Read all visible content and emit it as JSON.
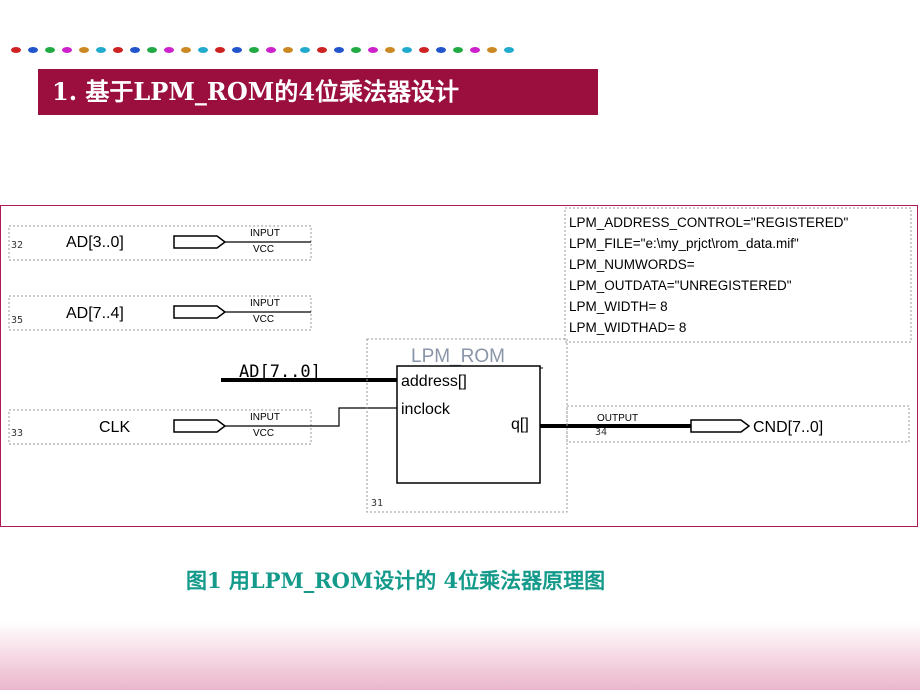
{
  "slide": {
    "title": "1.  基于LPM_ROM的4位乘法器设计",
    "caption": "图1  用LPM_ROM设计的 4位乘法器原理图",
    "colors": {
      "title_bg": "#9a0f3e",
      "caption": "#149a8a",
      "border": "#b01858",
      "dots": [
        "#cc2222",
        "#2255cc",
        "#22aa44",
        "#cc22cc",
        "#cc8822",
        "#22aacc"
      ]
    }
  },
  "schematic": {
    "inputs": [
      {
        "num": "32",
        "name": "AD[3..0]",
        "type": "INPUT",
        "supply": "VCC"
      },
      {
        "num": "35",
        "name": "AD[7..4]",
        "type": "INPUT",
        "supply": "VCC"
      },
      {
        "num": "33",
        "name": "CLK",
        "type": "INPUT",
        "supply": "VCC"
      }
    ],
    "bus_label": "AD[7..0]",
    "rom": {
      "name": "LPM_ROM",
      "port_address": "address[]",
      "port_clock": "inclock",
      "port_q": "q[]",
      "num": "31"
    },
    "output": {
      "num": "34",
      "type": "OUTPUT",
      "name": "CND[7..0]"
    },
    "parameters": [
      "LPM_ADDRESS_CONTROL=\"REGISTERED\"",
      "LPM_FILE=\"e:\\my_prjct\\rom_data.mif\"",
      "LPM_NUMWORDS=",
      "LPM_OUTDATA=\"UNREGISTERED\"",
      "LPM_WIDTH= 8",
      "LPM_WIDTHAD= 8"
    ]
  }
}
